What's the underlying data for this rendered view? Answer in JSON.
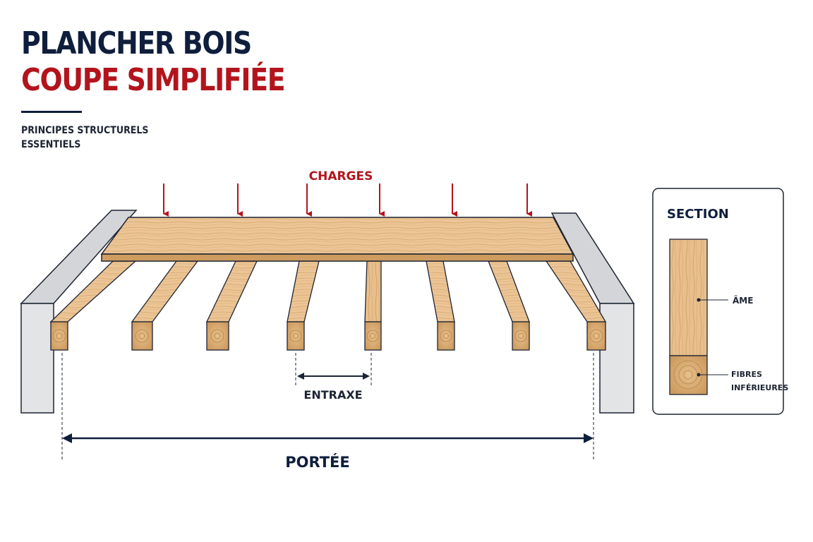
{
  "header": {
    "title_line1": "PLANCHER BOIS",
    "title_line2": "COUPE SIMPLIFIÉE",
    "subtitle_line1": "PRINCIPES STRUCTURELS",
    "subtitle_line2": "ESSENTIELS"
  },
  "diagram": {
    "loads_label": "CHARGES",
    "spacing_label": "ENTRAXE",
    "span_label": "PORTÉE",
    "section": {
      "title": "SECTION",
      "web_label": "ÂME",
      "fibers_label_line1": "FIBRES",
      "fibers_label_line2": "INFÉRIEURES"
    }
  },
  "colors": {
    "navy": "#0f1e3c",
    "red": "#b3141c",
    "wood_light": "#ecc596",
    "wood_mid": "#dcae78",
    "wood_dark": "#c08d55",
    "wall": "#e3e4e6"
  }
}
